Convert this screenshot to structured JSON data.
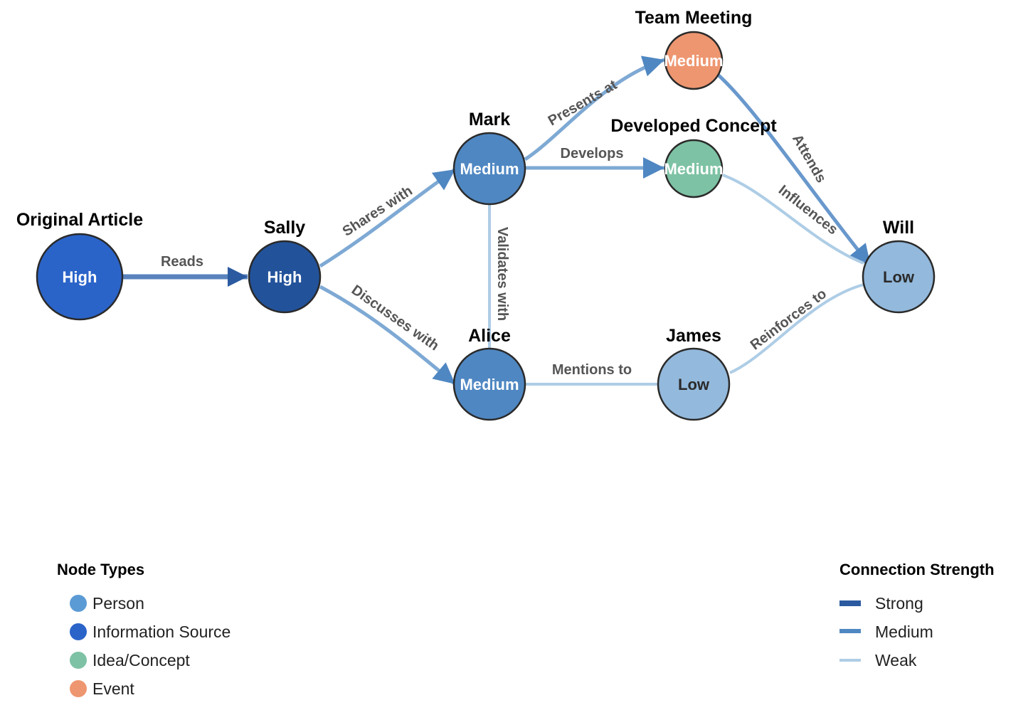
{
  "colors": {
    "person": "#5b9bd5",
    "person_medium": "#4f87c2",
    "person_low": "#93b9dc",
    "source": "#2b64c9",
    "sally": "#22529a",
    "idea": "#7dc2a4",
    "event": "#ee9670",
    "strong": "#2b5aa0",
    "medium": "#4f87c2",
    "weak": "#aecde6"
  },
  "nodes": [
    {
      "id": "article",
      "title": "Original Article",
      "level": "High",
      "type": "source"
    },
    {
      "id": "sally",
      "title": "Sally",
      "level": "High",
      "type": "person"
    },
    {
      "id": "mark",
      "title": "Mark",
      "level": "Medium",
      "type": "person"
    },
    {
      "id": "alice",
      "title": "Alice",
      "level": "Medium",
      "type": "person"
    },
    {
      "id": "meeting",
      "title": "Team Meeting",
      "level": "Medium",
      "type": "event"
    },
    {
      "id": "concept",
      "title": "Developed Concept",
      "level": "Medium",
      "type": "idea"
    },
    {
      "id": "james",
      "title": "James",
      "level": "Low",
      "type": "person"
    },
    {
      "id": "will",
      "title": "Will",
      "level": "Low",
      "type": "person"
    }
  ],
  "edges": [
    {
      "from": "article",
      "to": "sally",
      "label": "Reads",
      "strength": "strong"
    },
    {
      "from": "sally",
      "to": "mark",
      "label": "Shares with",
      "strength": "medium"
    },
    {
      "from": "sally",
      "to": "alice",
      "label": "Discusses with",
      "strength": "medium"
    },
    {
      "from": "mark",
      "to": "meeting",
      "label": "Presents at",
      "strength": "medium"
    },
    {
      "from": "mark",
      "to": "concept",
      "label": "Develops",
      "strength": "medium"
    },
    {
      "from": "mark",
      "to": "alice",
      "label": "Validates with",
      "strength": "weak"
    },
    {
      "from": "alice",
      "to": "james",
      "label": "Mentions to",
      "strength": "weak"
    },
    {
      "from": "meeting",
      "to": "will",
      "label": "Attends",
      "strength": "medium"
    },
    {
      "from": "concept",
      "to": "will",
      "label": "Influences",
      "strength": "weak"
    },
    {
      "from": "james",
      "to": "will",
      "label": "Reinforces to",
      "strength": "weak"
    }
  ],
  "legend_types": {
    "title": "Node Types",
    "items": [
      {
        "label": "Person",
        "color": "#5b9bd5"
      },
      {
        "label": "Information Source",
        "color": "#2b64c9"
      },
      {
        "label": "Idea/Concept",
        "color": "#7dc2a4"
      },
      {
        "label": "Event",
        "color": "#ee9670"
      }
    ]
  },
  "legend_strength": {
    "title": "Connection Strength",
    "items": [
      {
        "label": "Strong",
        "color": "#2b5aa0"
      },
      {
        "label": "Medium",
        "color": "#4f87c2"
      },
      {
        "label": "Weak",
        "color": "#aecde6"
      }
    ]
  }
}
